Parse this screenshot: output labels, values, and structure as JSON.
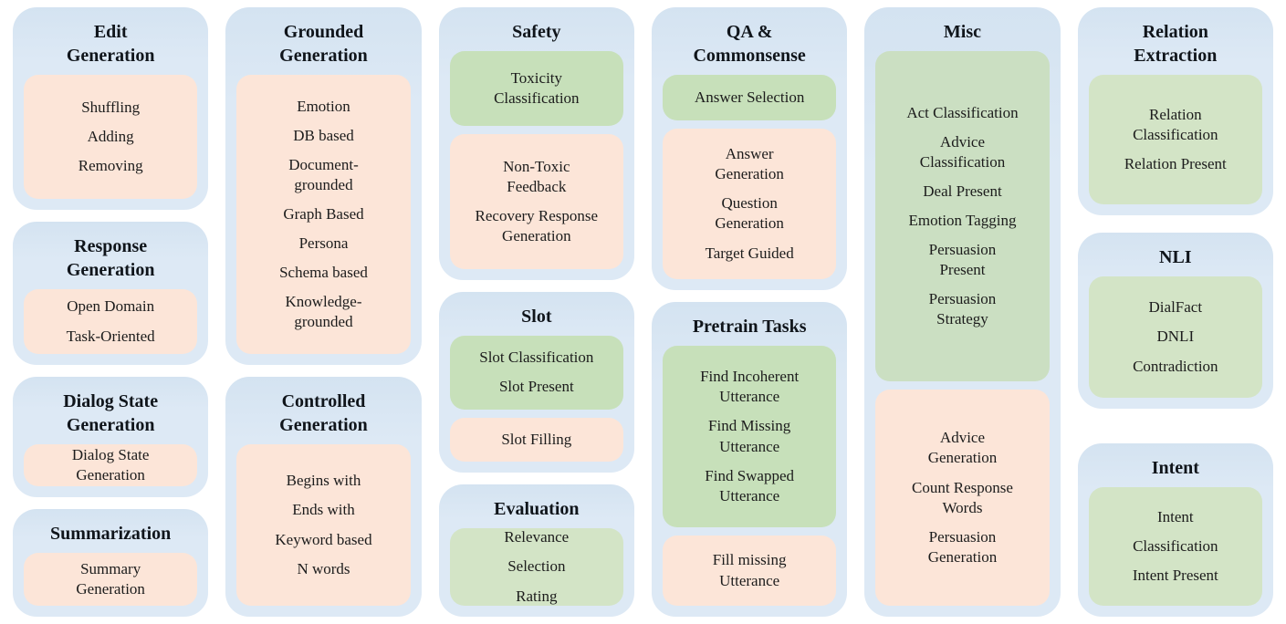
{
  "palette": {
    "background": "#ffffff",
    "card_blue": "#dde9f5",
    "peach": "#fce5d8",
    "green_bright": "#c7e0ba",
    "green_sage": "#cbdfc2",
    "green_light": "#d3e4c6",
    "title_text": "#10151b",
    "item_text": "#1c1c1c"
  },
  "columns": [
    {
      "cards": [
        {
          "id": "edit-generation",
          "title": "Edit\nGeneration",
          "boxes": [
            {
              "color": "peach",
              "items": [
                "Shuffling",
                "Adding",
                "Removing"
              ]
            }
          ]
        },
        {
          "id": "response-generation",
          "title": "Response\nGeneration",
          "boxes": [
            {
              "color": "peach",
              "items": [
                "Open Domain",
                "Task-Oriented"
              ]
            }
          ]
        },
        {
          "id": "dialog-state-generation",
          "title": "Dialog State\nGeneration",
          "boxes": [
            {
              "color": "peach",
              "items": [
                "Dialog State\nGeneration"
              ]
            }
          ]
        },
        {
          "id": "summarization",
          "title": "Summarization",
          "boxes": [
            {
              "color": "peach",
              "items": [
                "Summary\nGeneration"
              ]
            }
          ]
        }
      ]
    },
    {
      "cards": [
        {
          "id": "grounded-generation",
          "title": "Grounded\nGeneration",
          "boxes": [
            {
              "color": "peach",
              "items": [
                "Emotion",
                "DB based",
                "Document-\ngrounded",
                "Graph Based",
                "Persona",
                "Schema based",
                "Knowledge-\ngrounded"
              ]
            }
          ]
        },
        {
          "id": "controlled-generation",
          "title": "Controlled\nGeneration",
          "boxes": [
            {
              "color": "peach",
              "items": [
                "Begins with",
                "Ends with",
                "Keyword based",
                "N words"
              ]
            }
          ]
        }
      ]
    },
    {
      "cards": [
        {
          "id": "safety",
          "title": "Safety",
          "boxes": [
            {
              "color": "green_bright",
              "items": [
                "Toxicity\nClassification"
              ]
            },
            {
              "color": "peach",
              "items": [
                "Non-Toxic\nFeedback",
                "Recovery Response\nGeneration"
              ]
            }
          ]
        },
        {
          "id": "slot",
          "title": "Slot",
          "boxes": [
            {
              "color": "green_bright",
              "items": [
                "Slot Classification",
                "Slot Present"
              ]
            },
            {
              "color": "peach",
              "items": [
                "Slot Filling"
              ]
            }
          ]
        },
        {
          "id": "evaluation",
          "title": "Evaluation",
          "boxes": [
            {
              "color": "green_light",
              "items": [
                "Relevance",
                "Selection",
                "Rating"
              ]
            }
          ]
        }
      ]
    },
    {
      "cards": [
        {
          "id": "qa-commonsense",
          "title": "QA &\nCommonsense",
          "boxes": [
            {
              "color": "green_bright",
              "items": [
                "Answer Selection"
              ]
            },
            {
              "color": "peach",
              "items": [
                "Answer\nGeneration",
                "Question\nGeneration",
                "Target Guided"
              ]
            }
          ]
        },
        {
          "id": "pretrain-tasks",
          "title": "Pretrain Tasks",
          "boxes": [
            {
              "color": "green_bright",
              "items": [
                "Find Incoherent\nUtterance",
                "Find Missing\nUtterance",
                "Find Swapped\nUtterance"
              ]
            },
            {
              "color": "peach",
              "items": [
                "Fill missing\nUtterance"
              ]
            }
          ]
        }
      ]
    },
    {
      "cards": [
        {
          "id": "misc",
          "title": "Misc",
          "boxes": [
            {
              "color": "green_sage",
              "items": [
                "Act Classification",
                "Advice\nClassification",
                "Deal Present",
                "Emotion Tagging",
                "Persuasion\nPresent",
                "Persuasion\nStrategy"
              ]
            },
            {
              "color": "peach",
              "items": [
                "Advice\nGeneration",
                "Count Response\nWords",
                "Persuasion\nGeneration"
              ]
            }
          ]
        }
      ]
    },
    {
      "cards": [
        {
          "id": "relation-extraction",
          "title": "Relation\nExtraction",
          "boxes": [
            {
              "color": "green_light",
              "items": [
                "Relation\nClassification",
                "Relation Present"
              ]
            }
          ]
        },
        {
          "id": "nli",
          "title": "NLI",
          "boxes": [
            {
              "color": "green_light",
              "items": [
                "DialFact",
                "DNLI",
                "Contradiction"
              ]
            }
          ]
        },
        {
          "id": "intent",
          "title": "Intent",
          "boxes": [
            {
              "color": "green_light",
              "items": [
                "Intent",
                "Classification",
                "Intent Present"
              ]
            }
          ]
        }
      ]
    }
  ]
}
